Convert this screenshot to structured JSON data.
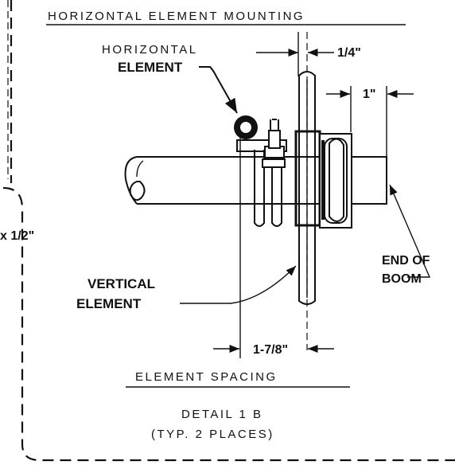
{
  "titles": {
    "mounting": "HORIZONTAL  ELEMENT  MOUNTING",
    "spacing": "ELEMENT  SPACING",
    "detail_line1": "DETAIL 1 B",
    "detail_line2": "(TYP.  2  PLACES)"
  },
  "labels": {
    "horizontal_line1": "HORIZONTAL",
    "horizontal_line2": "ELEMENT",
    "vertical_line1": "VERTICAL",
    "vertical_line2": "ELEMENT",
    "end_line1": "END OF",
    "end_line2": "BOOM"
  },
  "dimensions": {
    "quarter": "1/4\"",
    "one_inch": "1\"",
    "spacing": "1-7/8\"",
    "edge_fragment": "x 1/2\""
  }
}
